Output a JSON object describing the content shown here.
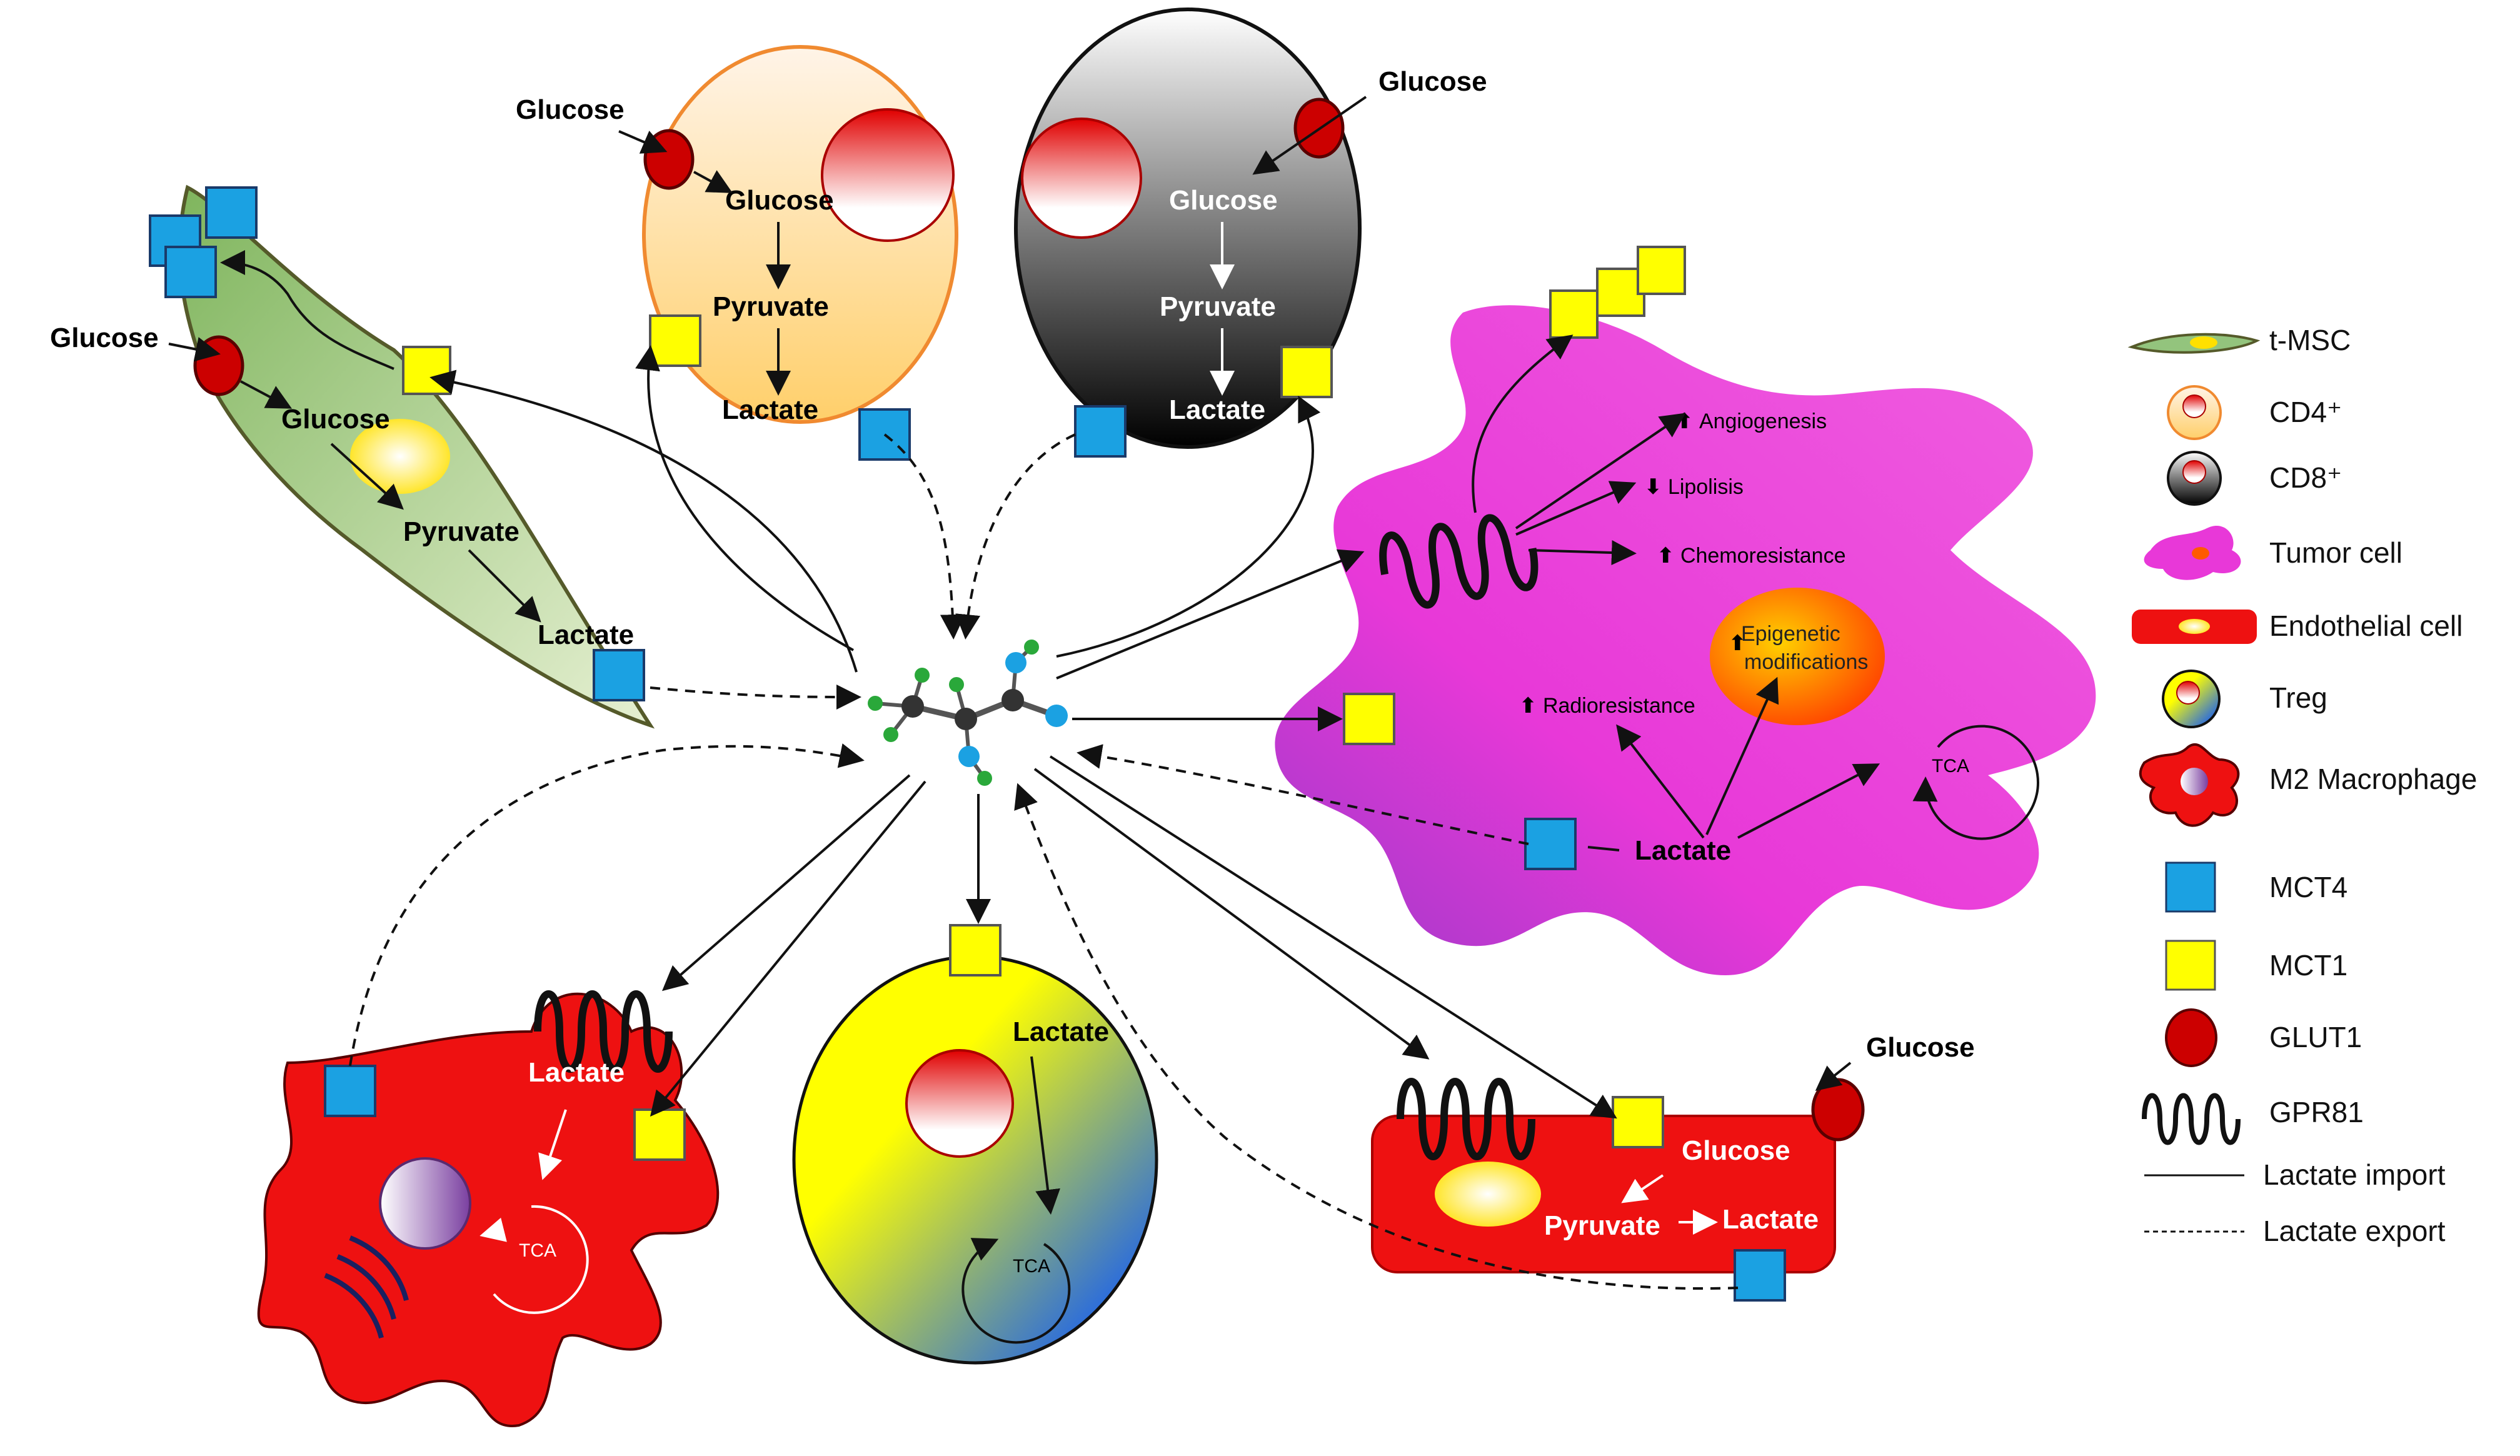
{
  "labels": {
    "glucose": "Glucose",
    "pyruvate": "Pyruvate",
    "lactate": "Lactate",
    "tca": "TCA"
  },
  "tumor": {
    "angiogenesis": "Angiogenesis",
    "lipolisis": "Lipolisis",
    "chemoresistance": "Chemoresistance",
    "radioresistance": "Radioresistance",
    "epigenetic_line1": "Epigenetic",
    "epigenetic_line2": "modifications"
  },
  "legend": [
    {
      "icon": "t-msc-icon",
      "label": "t-MSC"
    },
    {
      "icon": "cd4-cell-icon",
      "label": "CD4⁺"
    },
    {
      "icon": "cd8-cell-icon",
      "label": "CD8⁺"
    },
    {
      "icon": "tumor-cell-icon",
      "label": "Tumor cell"
    },
    {
      "icon": "endothelial-cell-icon",
      "label": "Endothelial cell"
    },
    {
      "icon": "treg-icon",
      "label": "Treg"
    },
    {
      "icon": "m2-macrophage-icon",
      "label": "M2 Macrophage"
    },
    {
      "icon": "mct4-icon",
      "label": "MCT4"
    },
    {
      "icon": "mct1-icon",
      "label": "MCT1"
    },
    {
      "icon": "glut1-icon",
      "label": "GLUT1"
    },
    {
      "icon": "gpr81-icon",
      "label": "GPR81"
    },
    {
      "icon": "solid-line-icon",
      "label": "Lactate import"
    },
    {
      "icon": "dashed-line-icon",
      "label": "Lactate export"
    }
  ],
  "colors": {
    "mct4": "#1ba1e2",
    "mct1": "#ffff00",
    "glut1": "#cc0000",
    "tmsc_fill": "#93c47d",
    "tumor_fill": "#e838d8",
    "macrophage_fill": "#ee1111",
    "endothelial_fill": "#ee1111"
  }
}
